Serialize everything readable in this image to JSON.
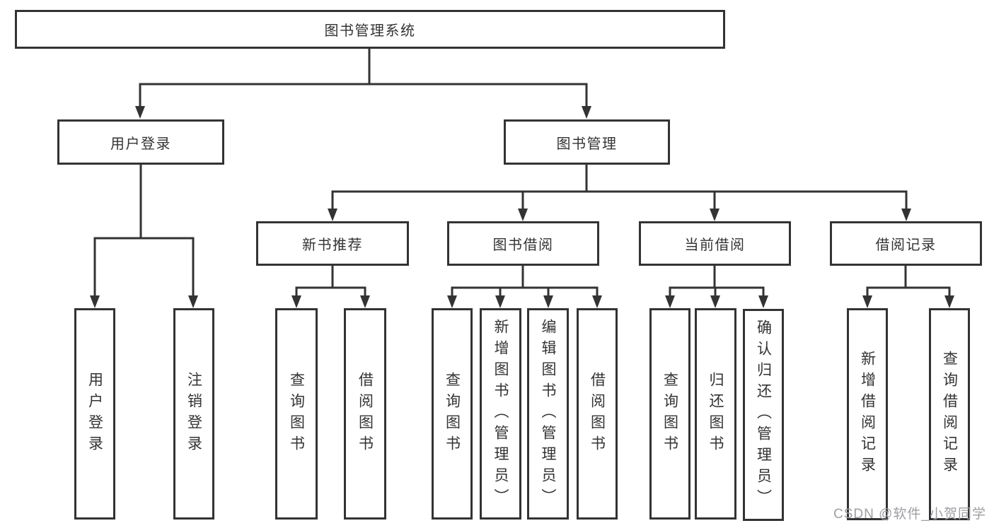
{
  "diagram": {
    "root": {
      "label": "图书管理系统"
    },
    "level2": {
      "user": {
        "label": "用户登录"
      },
      "mgmt": {
        "label": "图书管理"
      }
    },
    "level3": [
      {
        "label": "新书推荐"
      },
      {
        "label": "图书借阅"
      },
      {
        "label": "当前借阅"
      },
      {
        "label": "借阅记录"
      }
    ],
    "leaves": {
      "user": [
        "用户登录",
        "注销登录"
      ],
      "recommend": [
        "查询图书",
        "借阅图书"
      ],
      "borrow": [
        "查询图书",
        "新增图书（管理员）",
        "编辑图书（管理员）",
        "借阅图书"
      ],
      "current": [
        "查询图书",
        "归还图书",
        "确认归还（管理员）"
      ],
      "records": [
        "新增借阅记录",
        "查询借阅记录"
      ]
    },
    "colors": {
      "line": "#333333",
      "text": "#333333",
      "background": "#ffffff",
      "watermark": "#9e9ea4"
    }
  },
  "watermark": "CSDN @软件_小贺同学"
}
